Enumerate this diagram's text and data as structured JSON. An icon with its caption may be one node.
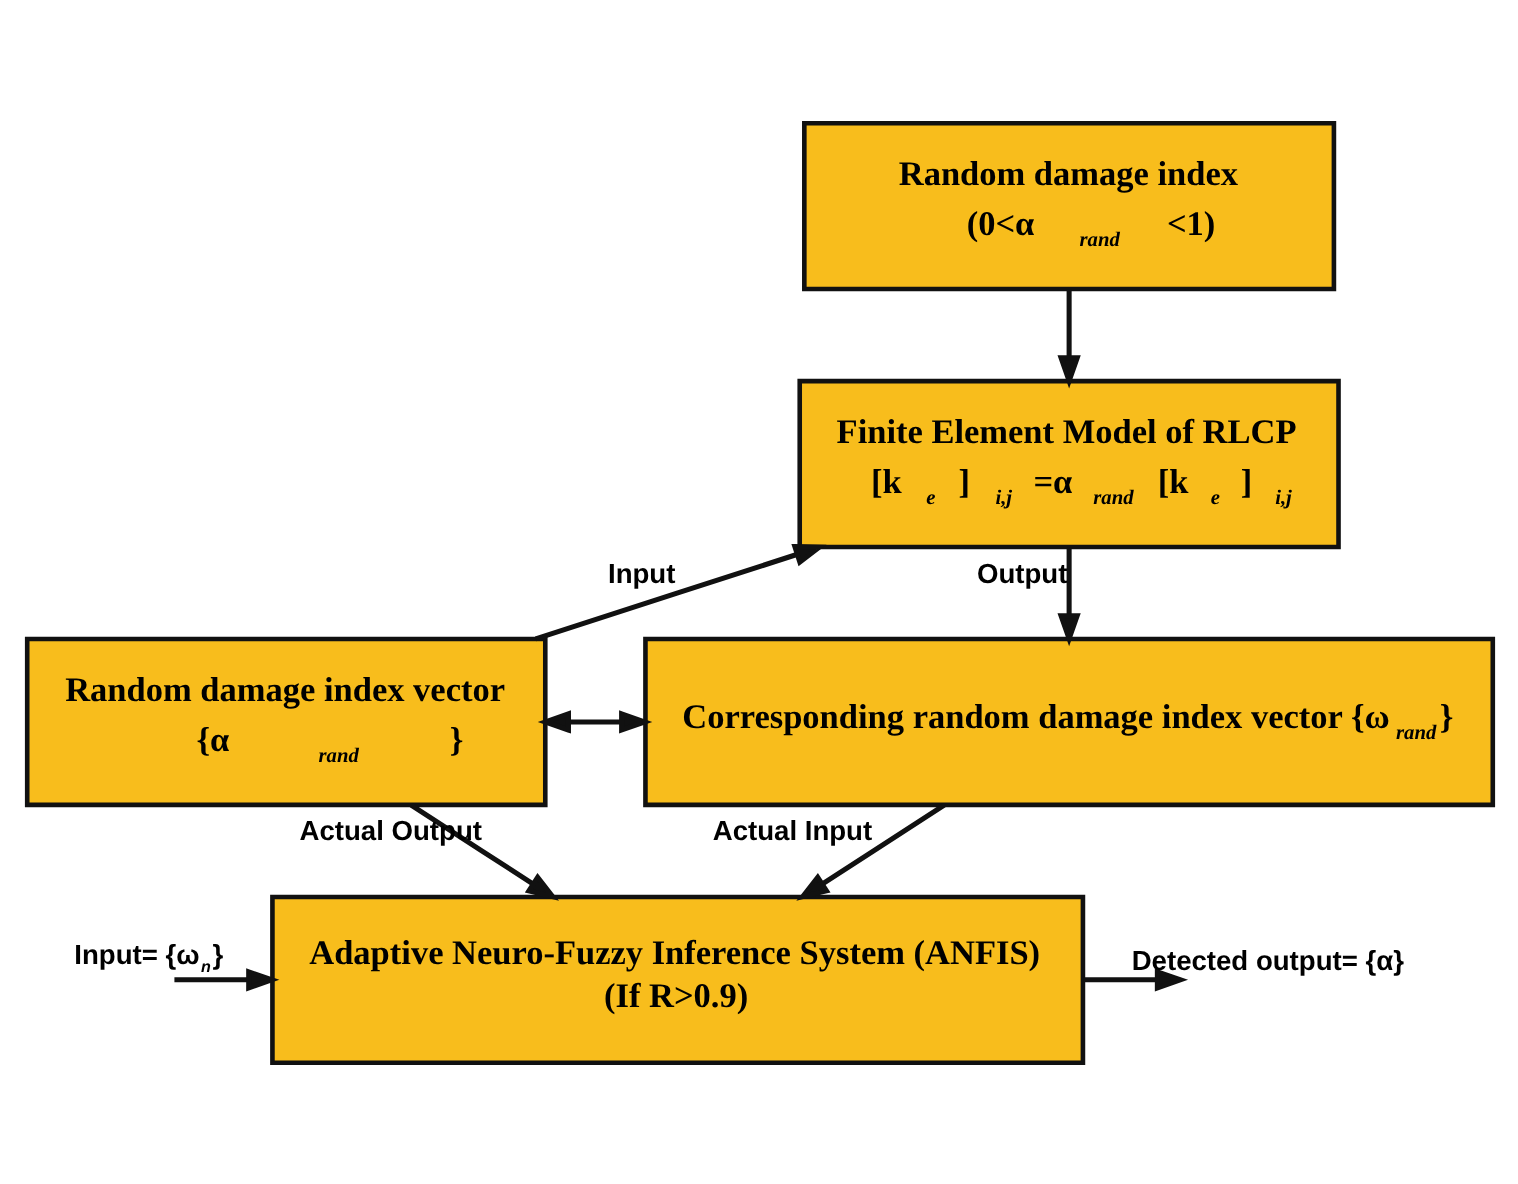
{
  "diagram": {
    "nodes": [
      {
        "text": [
          "Random damage index",
          "(0<α$_{rand}$<1)"
        ]
      },
      {
        "text": [
          "Finite Element Model of RLCP",
          "[k$_{e}$]$_{i,j}$=α$_{rand}$[k$_{e}$]$_{i,j}$"
        ]
      },
      {
        "text": [
          "Random damage index vector",
          "{α$_{rand}$}"
        ]
      },
      {
        "text": [
          "Corresponding random damage index vector {ω$_{rand}$}"
        ]
      },
      {
        "text": [
          "Adaptive Neuro-Fuzzy Inference System (ANFIS)",
          "(If R>0.9)"
        ]
      }
    ],
    "edges": [
      {
        "from": 0,
        "to": 1,
        "arrow": "to"
      },
      {
        "from": 2,
        "to": 1,
        "arrow": "to",
        "label": "Input"
      },
      {
        "from": 1,
        "to": 3,
        "arrow": "to",
        "label": "Output"
      },
      {
        "from": 2,
        "to": 3,
        "arrow": "both"
      },
      {
        "from": 2,
        "to": 4,
        "arrow": "to",
        "label": "Actual Output"
      },
      {
        "from": 3,
        "to": 4,
        "arrow": "to",
        "label": "Actual Input"
      },
      {
        "from": null,
        "to": 4,
        "arrow": "to",
        "label": "Input= {ω$_{n}$}"
      },
      {
        "from": 4,
        "to": null,
        "arrow": "to",
        "label": "Detected output= {α}"
      }
    ]
  }
}
